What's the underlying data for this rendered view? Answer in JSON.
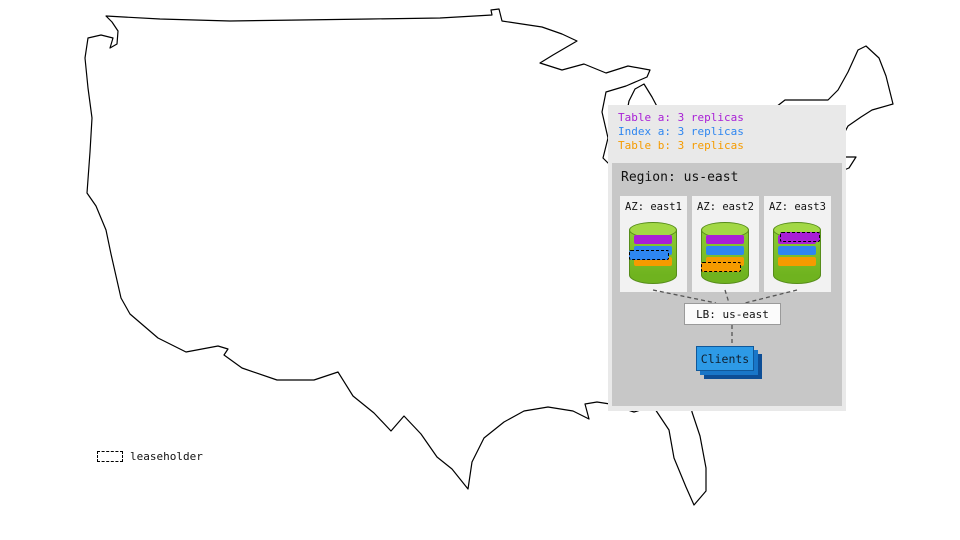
{
  "legend": {
    "items": [
      {
        "label": "Table a: 3 replicas",
        "color": "#a81fd6"
      },
      {
        "label": "Index a: 3 replicas",
        "color": "#2e86f0"
      },
      {
        "label": "Table b: 3 replicas",
        "color": "#f59b00"
      }
    ]
  },
  "region": {
    "label": "Region: us-east",
    "azs": [
      {
        "label": "AZ: east1",
        "leaseholder_of": "Index a"
      },
      {
        "label": "AZ: east2",
        "leaseholder_of": "Table b"
      },
      {
        "label": "AZ: east3",
        "leaseholder_of": "Table a"
      }
    ],
    "lb_label": "LB: us-east",
    "clients_label": "Clients"
  },
  "map_legend": {
    "leaseholder_label": "leaseholder"
  },
  "colors": {
    "table_a": "#a81fd6",
    "index_a": "#2e86f0",
    "table_b": "#f59b00",
    "cylinder_green": "#7cb82f",
    "panel_bg": "#e9e9e9",
    "region_bg": "#c7c7c7",
    "az_bg": "#f2f2f2",
    "clients_front": "#2d9ae6",
    "clients_mid": "#1976c8",
    "clients_back": "#0d4e96",
    "connector": "#555555",
    "map_outline": "#000000"
  }
}
